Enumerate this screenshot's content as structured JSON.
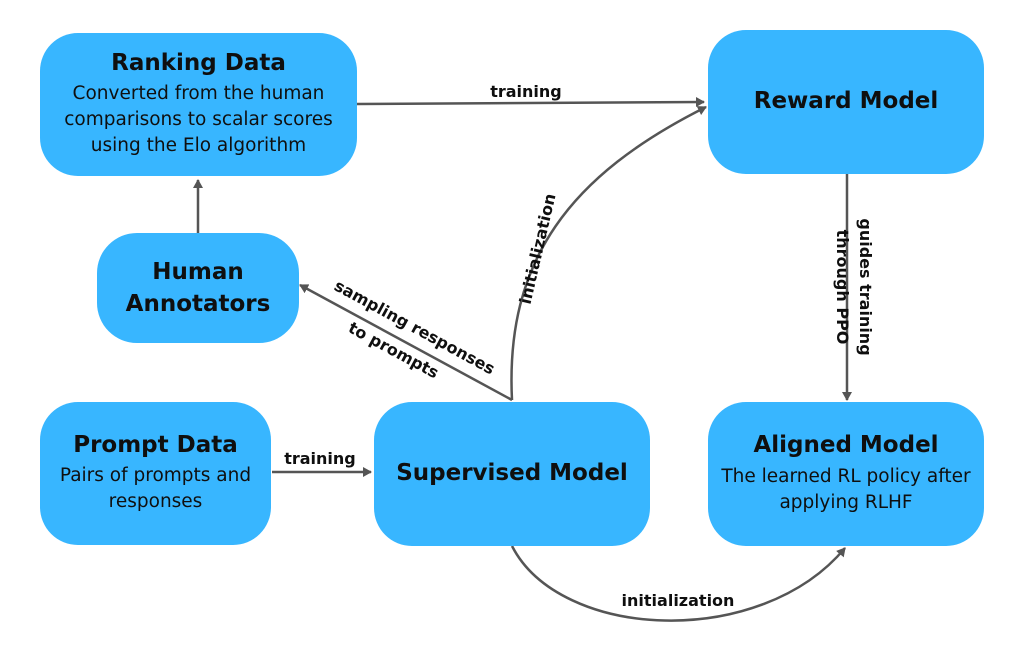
{
  "nodes": {
    "ranking_data": {
      "title": "Ranking Data",
      "desc_lines": [
        "Converted from the human",
        "comparisons to scalar scores",
        "using the Elo algorithm"
      ]
    },
    "reward_model": {
      "title": "Reward Model"
    },
    "human_annotators": {
      "title_lines": [
        "Human",
        "Annotators"
      ]
    },
    "prompt_data": {
      "title": "Prompt Data",
      "desc_lines": [
        "Pairs of prompts and",
        "responses"
      ]
    },
    "supervised_model": {
      "title": "Supervised Model"
    },
    "aligned_model": {
      "title": "Aligned Model",
      "desc_lines": [
        "The learned RL policy after",
        "applying RLHF"
      ]
    }
  },
  "edges": {
    "ranking_to_reward": "training",
    "supervised_to_reward": "initialization",
    "reward_to_aligned_lines": [
      "guides training",
      "through PPO"
    ],
    "supervised_to_annotators_lines": [
      "sampling responses",
      "to prompts"
    ],
    "prompt_to_supervised": "training",
    "supervised_to_aligned": "initialization"
  },
  "colors": {
    "node_fill": "#38b6ff",
    "arrow": "#555555",
    "text": "#0f0f0f"
  }
}
